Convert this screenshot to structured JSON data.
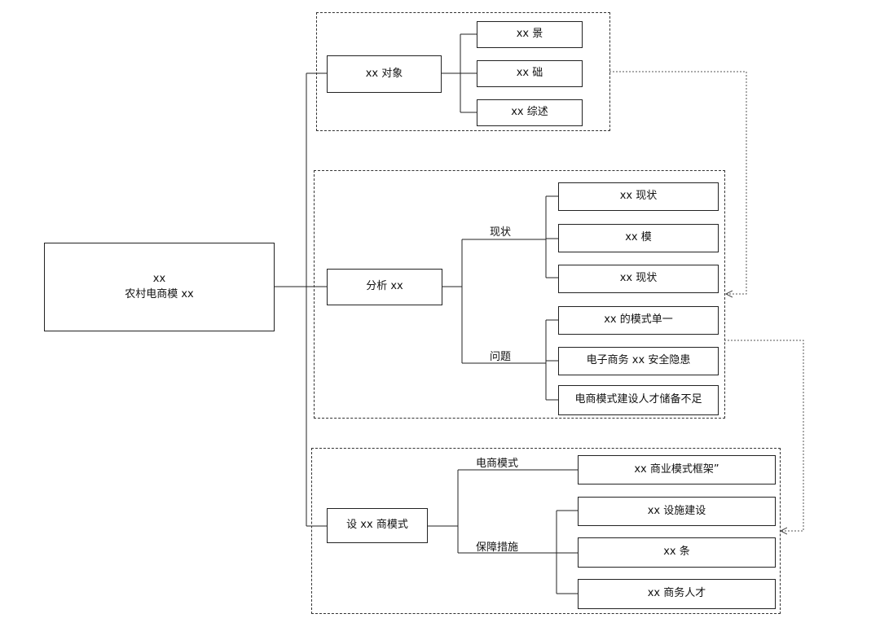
{
  "root": {
    "line1": "xx",
    "line2": "农村电商模 xx"
  },
  "section1": {
    "main": "xx 对象",
    "children": [
      "xx 景",
      "xx 础",
      "xx 综述"
    ]
  },
  "section2": {
    "main": "分析 xx",
    "status_label": "现状",
    "status_items": [
      "xx 现状",
      "xx 模",
      "xx 现状"
    ],
    "problem_label": "问题",
    "problem_items": [
      "xx 的模式单一",
      "电子商务 xx 安全隐患",
      "电商模式建设人才储备不足"
    ]
  },
  "section3": {
    "main": "设 xx 商模式",
    "mode_label": "电商模式",
    "mode_items": [
      "xx 商业模式框架”"
    ],
    "measure_label": "保障措施",
    "measure_items": [
      "xx 设施建设",
      "xx 条",
      "xx 商务人才"
    ]
  }
}
